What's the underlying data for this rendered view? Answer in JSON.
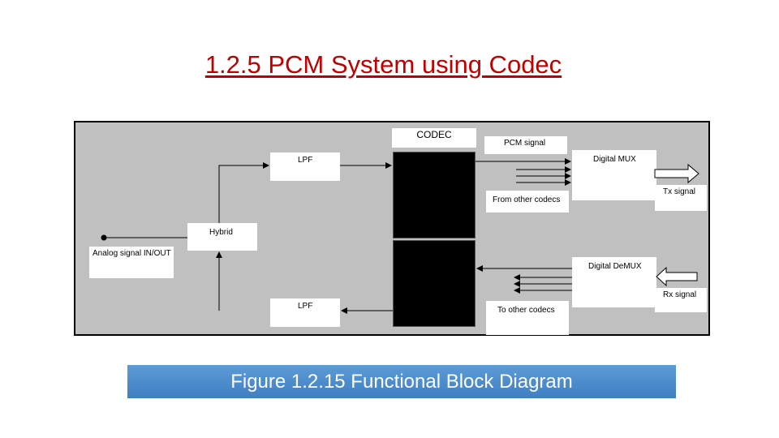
{
  "slide": {
    "title": "1.2.5  PCM System using Codec",
    "caption": "Figure 1.2.15  Functional Block Diagram"
  },
  "diagram": {
    "codec_label": "CODEC",
    "pcm_signal_label": "PCM signal",
    "lpf_top_label": "LPF",
    "digital_mux_label": "Digital MUX",
    "tx_signal_label": "Tx signal",
    "from_other_codecs_label": "From other codecs",
    "hybrid_label": "Hybrid",
    "analog_signal_label": "Analog signal IN/OUT",
    "digital_demux_label": "Digital DeMUX",
    "rx_signal_label": "Rx signal",
    "lpf_bottom_label": "LPF",
    "to_other_codecs_label": "To other codecs"
  }
}
